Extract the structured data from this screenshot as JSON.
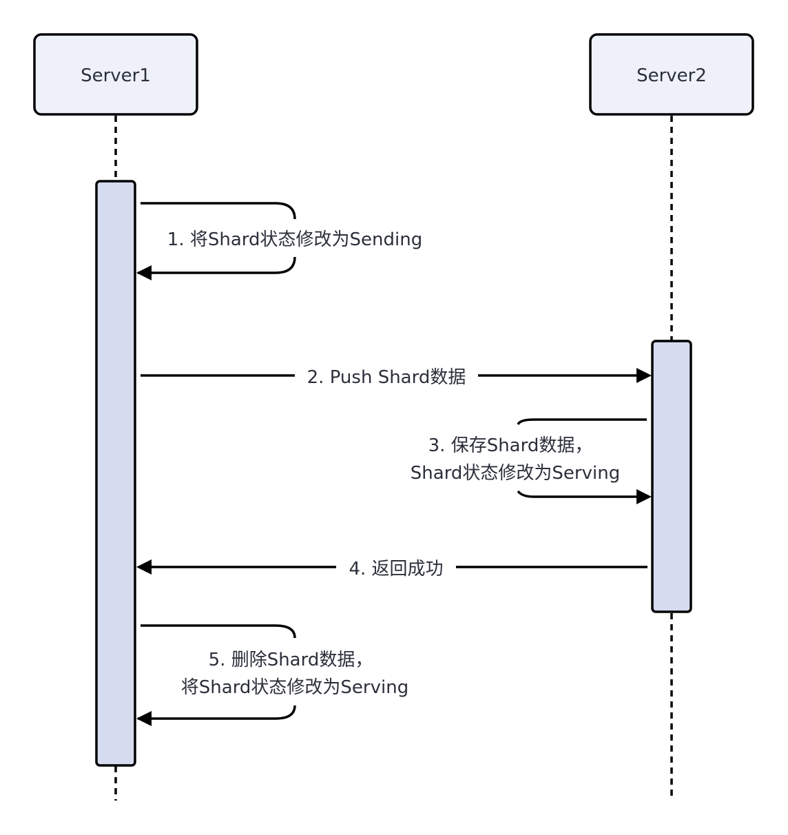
{
  "diagram": {
    "type": "sequence",
    "colors": {
      "participant_fill": "#eef1fa",
      "activation_fill": "#d6dcf0",
      "stroke": "#000000",
      "text": "#2b2f3a"
    },
    "participants": [
      {
        "id": "server1",
        "label": "Server1"
      },
      {
        "id": "server2",
        "label": "Server2"
      }
    ],
    "messages": [
      {
        "step": 1,
        "from": "server1",
        "to": "server1",
        "kind": "self",
        "lines": [
          "1. 将Shard状态修改为Sending"
        ]
      },
      {
        "step": 2,
        "from": "server1",
        "to": "server2",
        "kind": "call",
        "lines": [
          "2. Push Shard数据"
        ]
      },
      {
        "step": 3,
        "from": "server2",
        "to": "server2",
        "kind": "self",
        "lines": [
          "3. 保存Shard数据，",
          "Shard状态修改为Serving"
        ]
      },
      {
        "step": 4,
        "from": "server2",
        "to": "server1",
        "kind": "return",
        "lines": [
          "4. 返回成功"
        ]
      },
      {
        "step": 5,
        "from": "server1",
        "to": "server1",
        "kind": "self",
        "lines": [
          "5. 删除Shard数据，",
          "将Shard状态修改为Serving"
        ]
      }
    ]
  }
}
